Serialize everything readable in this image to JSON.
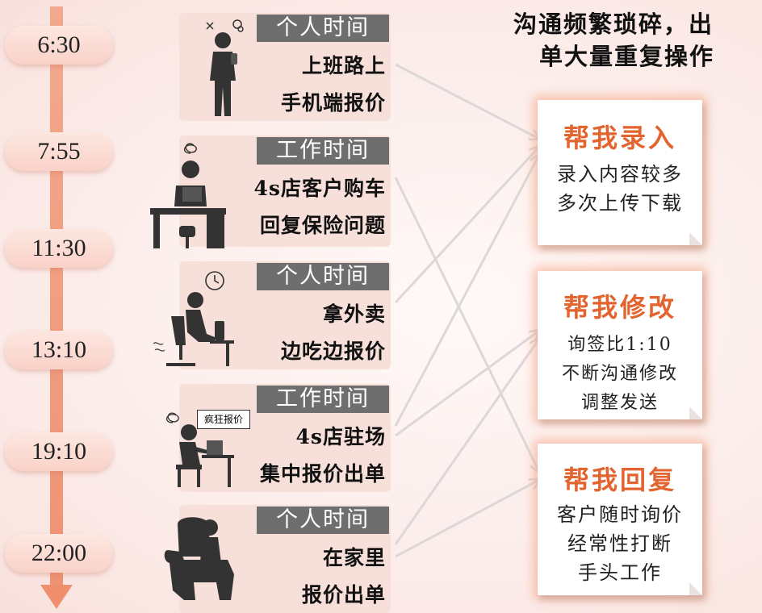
{
  "timeline": {
    "times": [
      "6:30",
      "7:55",
      "11:30",
      "13:10",
      "19:10",
      "22:00"
    ]
  },
  "cards": [
    {
      "tag": "个人时间",
      "line1": "上班路上",
      "line2": "手机端报价",
      "figure": "stressed-phone-person-icon"
    },
    {
      "tag": "工作时间",
      "line1": "4s店客户购车",
      "line2": "回复保险问题",
      "figure": "desk-laptop-person-icon"
    },
    {
      "tag": "个人时间",
      "line1": "拿外卖",
      "line2": "边吃边报价",
      "figure": "clock-chair-person-icon"
    },
    {
      "tag": "工作时间",
      "line1": "4s店驻场",
      "line2": "集中报价出单",
      "figure": "frantic-quote-person-icon",
      "bubble": "疯狂报价"
    },
    {
      "tag": "个人时间",
      "line1": "在家里",
      "line2": "报价出单",
      "figure": "armchair-person-icon"
    }
  ],
  "headline": {
    "line1": "沟通频繁琐碎，出",
    "line2": "单大量重复操作"
  },
  "boxes": [
    {
      "title": "帮我录入",
      "lines": [
        "录入内容较多",
        "多次上传下载"
      ]
    },
    {
      "title": "帮我修改",
      "lines": [
        "询签比1:10",
        "不断沟通修改",
        "调整发送"
      ]
    },
    {
      "title": "帮我回复",
      "lines": [
        "客户随时询价",
        "经常性打断",
        "手头工作"
      ]
    }
  ],
  "colors": {
    "accent": "#e2642f",
    "timeline": "#ef9272",
    "tag_bg": "#6e6e6e",
    "card_bg": "#f8e0da"
  }
}
